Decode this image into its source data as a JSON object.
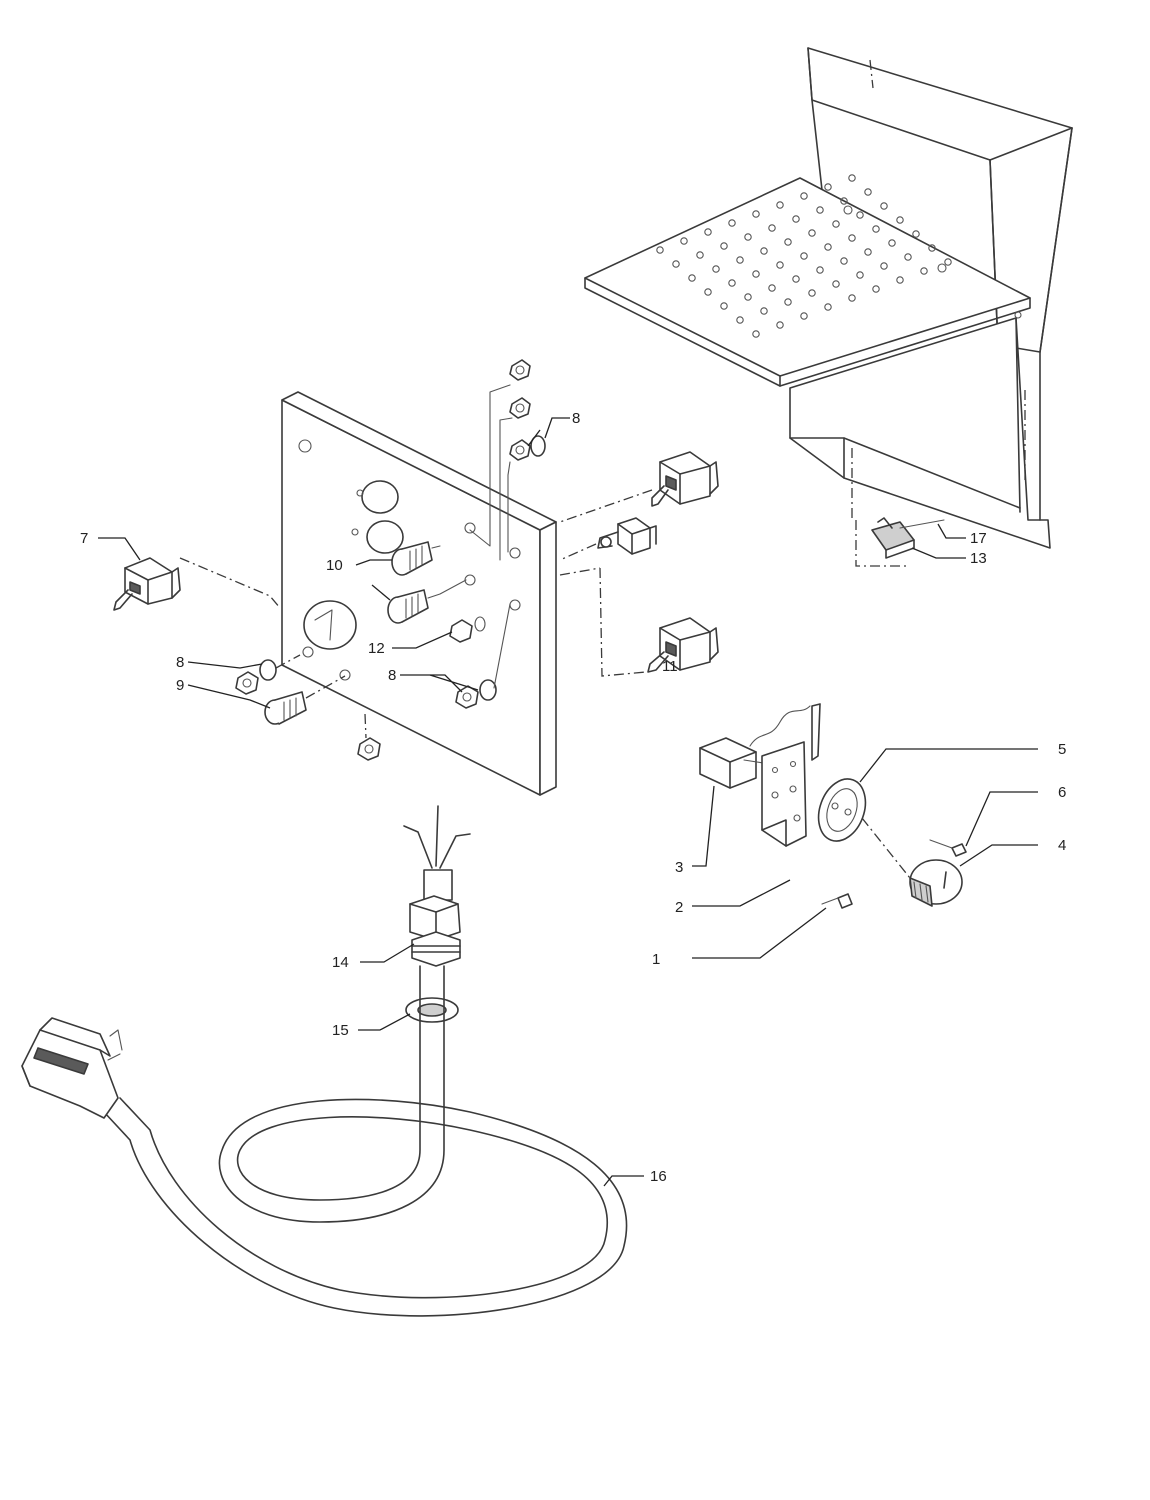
{
  "callouts": [
    {
      "id": "c1",
      "text": "1"
    },
    {
      "id": "c2",
      "text": "2"
    },
    {
      "id": "c3",
      "text": "3"
    },
    {
      "id": "c4",
      "text": "4"
    },
    {
      "id": "c5",
      "text": "5"
    },
    {
      "id": "c6",
      "text": "6"
    },
    {
      "id": "c7",
      "text": "7"
    },
    {
      "id": "c8a",
      "text": "8"
    },
    {
      "id": "c8b",
      "text": "8"
    },
    {
      "id": "c8c",
      "text": "8"
    },
    {
      "id": "c9",
      "text": "9"
    },
    {
      "id": "c10",
      "text": "10"
    },
    {
      "id": "c11",
      "text": "11"
    },
    {
      "id": "c12",
      "text": "12"
    },
    {
      "id": "c13",
      "text": "13"
    },
    {
      "id": "c14",
      "text": "14"
    },
    {
      "id": "c15",
      "text": "15"
    },
    {
      "id": "c16",
      "text": "16"
    },
    {
      "id": "c17",
      "text": "17"
    }
  ]
}
